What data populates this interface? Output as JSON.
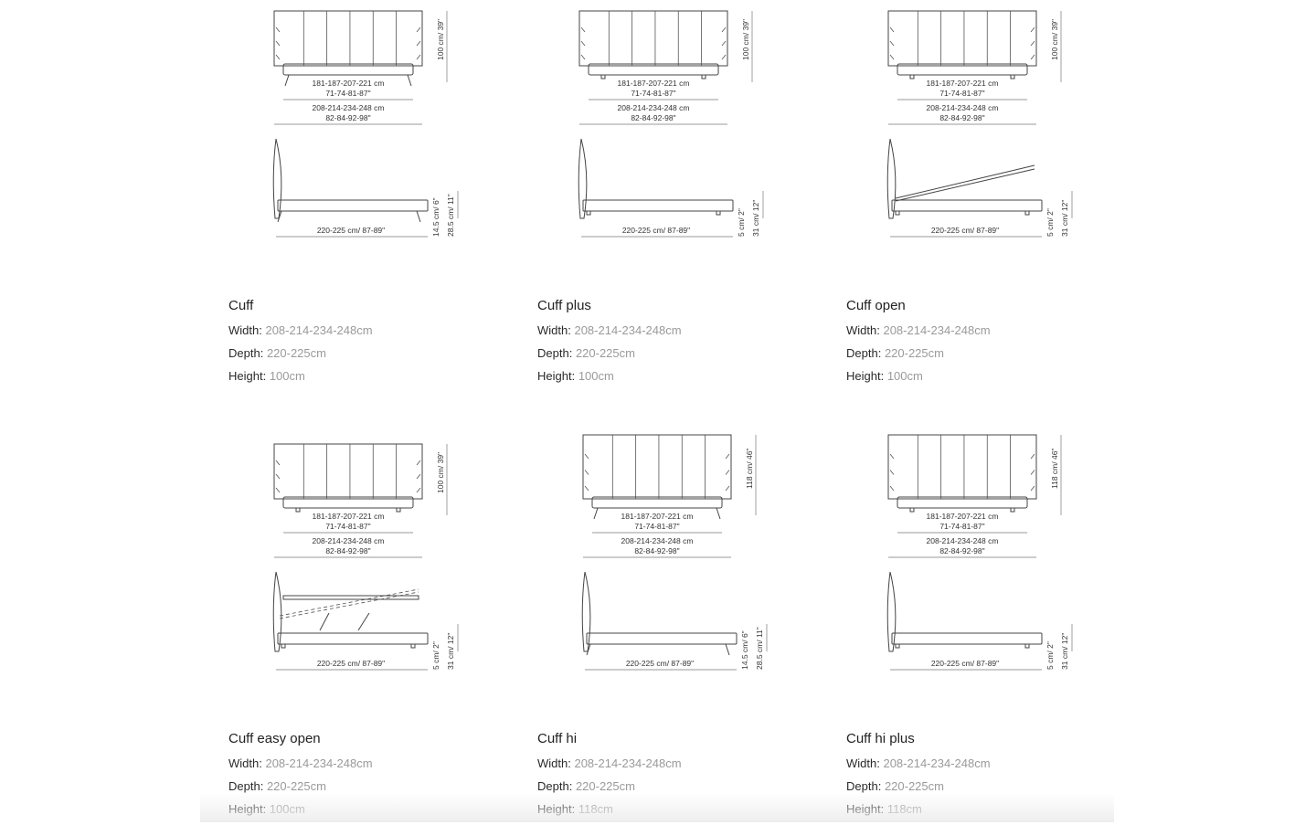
{
  "labels": {
    "width": "Width:",
    "depth": "Depth:",
    "height": "Height:"
  },
  "products": [
    {
      "name": "Cuff",
      "width": "208-214-234-248cm",
      "depth": "220-225cm",
      "height": "100cm",
      "drawing": {
        "bed_width": "181-187-207-221 cm",
        "bed_width_in": "71-74-81-87\"",
        "total_width": "208-214-234-248 cm",
        "total_width_in": "82-84-92-98\"",
        "head_height": "100 cm/ 39\"",
        "length": "220-225 cm/ 87-89\"",
        "side_a": "14.5 cm/ 6\"",
        "side_b": "28.5 cm/ 11\""
      }
    },
    {
      "name": "Cuff plus",
      "width": "208-214-234-248cm",
      "depth": "220-225cm",
      "height": "100cm",
      "drawing": {
        "bed_width": "181-187-207-221 cm",
        "bed_width_in": "71-74-81-87\"",
        "total_width": "208-214-234-248 cm",
        "total_width_in": "82-84-92-98\"",
        "head_height": "100 cm/ 39\"",
        "length": "220-225 cm/ 87-89\"",
        "side_a": "5 cm/ 2\"",
        "side_b": "31 cm/ 12\""
      }
    },
    {
      "name": "Cuff open",
      "width": "208-214-234-248cm",
      "depth": "220-225cm",
      "height": "100cm",
      "drawing": {
        "bed_width": "181-187-207-221 cm",
        "bed_width_in": "71-74-81-87\"",
        "total_width": "208-214-234-248 cm",
        "total_width_in": "82-84-92-98\"",
        "head_height": "100 cm/ 39\"",
        "length": "220-225 cm/ 87-89\"",
        "side_a": "5 cm/ 2\"",
        "side_b": "31 cm/ 12\""
      }
    },
    {
      "name": "Cuff easy open",
      "width": "208-214-234-248cm",
      "depth": "220-225cm",
      "height": "100cm",
      "drawing": {
        "bed_width": "181-187-207-221 cm",
        "bed_width_in": "71-74-81-87\"",
        "total_width": "208-214-234-248 cm",
        "total_width_in": "82-84-92-98\"",
        "head_height": "100 cm/ 39\"",
        "length": "220-225 cm/ 87-89\"",
        "side_a": "5 cm/ 2\"",
        "side_b": "31 cm/ 12\""
      }
    },
    {
      "name": "Cuff hi",
      "width": "208-214-234-248cm",
      "depth": "220-225cm",
      "height": "118cm",
      "drawing": {
        "bed_width": "181-187-207-221 cm",
        "bed_width_in": "71-74-81-87\"",
        "total_width": "208-214-234-248 cm",
        "total_width_in": "82-84-92-98\"",
        "head_height": "118 cm/ 46\"",
        "length": "220-225 cm/ 87-89\"",
        "side_a": "14.5 cm/ 6\"",
        "side_b": "28.5 cm/ 11\""
      }
    },
    {
      "name": "Cuff hi plus",
      "width": "208-214-234-248cm",
      "depth": "220-225cm",
      "height": "118cm",
      "drawing": {
        "bed_width": "181-187-207-221 cm",
        "bed_width_in": "71-74-81-87\"",
        "total_width": "208-214-234-248 cm",
        "total_width_in": "82-84-92-98\"",
        "head_height": "118 cm/ 46\"",
        "length": "220-225 cm/ 87-89\"",
        "side_a": "5 cm/ 2\"",
        "side_b": "31 cm/ 12\""
      }
    }
  ]
}
